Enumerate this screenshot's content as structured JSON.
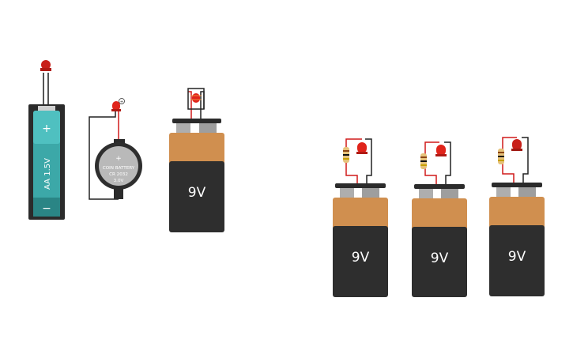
{
  "workspace": {
    "background": "#ffffff"
  },
  "components": {
    "aa_battery": {
      "plus": "+",
      "minus": "−",
      "label": "AA 1.5V",
      "body_color": "#3ca8a8",
      "case_color": "#2b2b2b"
    },
    "coin_battery": {
      "plus": "+",
      "line1": "COIN BATTERY",
      "line2": "CR 2032",
      "line3": "3.0V",
      "led_badge": "+"
    },
    "nine_volt_batteries": [
      {
        "label": "9V"
      },
      {
        "label": "9V"
      },
      {
        "label": "9V"
      },
      {
        "label": "9V"
      }
    ],
    "colors": {
      "copper": "#d08f4f",
      "black_body": "#2e2e2e",
      "terminal_gray": "#aeaeae",
      "led_red": "#e0241b",
      "wire_red": "#d01a1a",
      "wire_black": "#222222",
      "resistor_tan": "#e6c27a"
    }
  }
}
